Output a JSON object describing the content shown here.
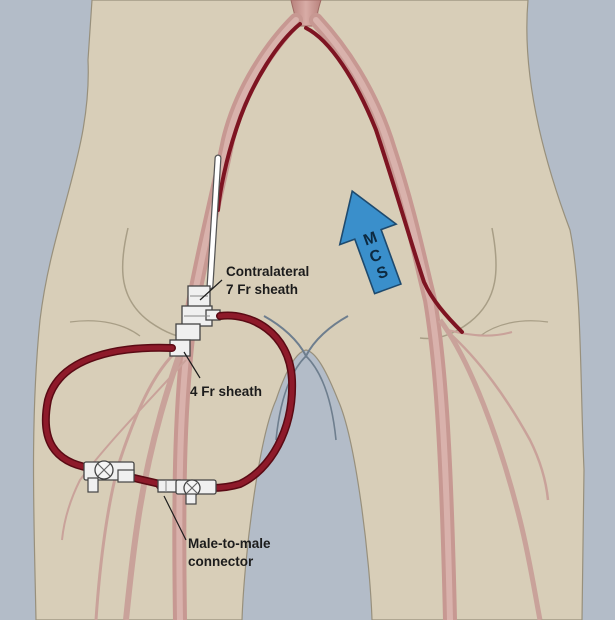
{
  "labels": {
    "contralateral_line1": "Contralateral",
    "contralateral_line2": "7 Fr sheath",
    "four_fr": "4 Fr sheath",
    "male_line1": "Male-to-male",
    "male_line2": "connector"
  },
  "arrow": {
    "letters": [
      "M",
      "C",
      "S"
    ],
    "color": "#3a8fcb"
  },
  "colors": {
    "background": "#b3bcc8",
    "skin": "#d8ceb8",
    "vessel": "#c79892",
    "catheter": "#7e1422"
  }
}
